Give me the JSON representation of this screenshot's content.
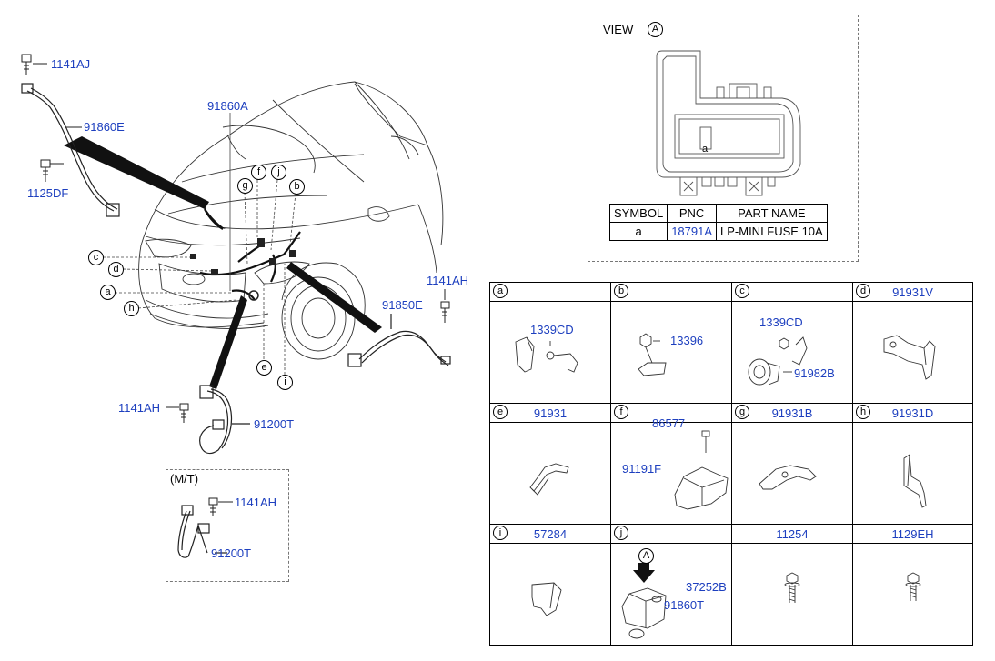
{
  "main_diagram": {
    "labels": {
      "l_1141AJ": "1141AJ",
      "l_91860E": "91860E",
      "l_1125DF": "1125DF",
      "l_91860A": "91860A",
      "l_1141AH_right": "1141AH",
      "l_91850E": "91850E",
      "l_1141AH_lower": "1141AH",
      "l_91200T_lower": "91200T",
      "l_1141AH_mt": "1141AH",
      "l_91200T_mt": "91200T"
    },
    "callouts": [
      "f",
      "j",
      "g",
      "b",
      "c",
      "d",
      "a",
      "h",
      "e",
      "i"
    ],
    "mt_label": "(M/T)"
  },
  "view_a": {
    "title": "VIEW",
    "marker": "A",
    "fuse_mark": "a",
    "table": {
      "headers": [
        "SYMBOL",
        "PNC",
        "PART NAME"
      ],
      "row": {
        "symbol": "a",
        "pnc": "18791A",
        "part_name": "LP-MINI FUSE 10A"
      }
    }
  },
  "parts_grid": {
    "cells": [
      {
        "letter": "a",
        "title": "",
        "callouts": [
          "1339CD"
        ]
      },
      {
        "letter": "b",
        "title": "",
        "callouts": [
          "13396"
        ]
      },
      {
        "letter": "c",
        "title": "",
        "callouts": [
          "1339CD",
          "91982B"
        ]
      },
      {
        "letter": "d",
        "title": "91931V",
        "callouts": []
      },
      {
        "letter": "e",
        "title": "91931",
        "callouts": []
      },
      {
        "letter": "f",
        "title": "",
        "callouts": [
          "86577",
          "91191F"
        ]
      },
      {
        "letter": "g",
        "title": "91931B",
        "callouts": []
      },
      {
        "letter": "h",
        "title": "91931D",
        "callouts": []
      },
      {
        "letter": "i",
        "title": "57284",
        "callouts": []
      },
      {
        "letter": "j",
        "title": "",
        "callouts": [
          "A",
          "37252B",
          "91860T"
        ]
      },
      {
        "letter": "",
        "title": "11254",
        "callouts": []
      },
      {
        "letter": "",
        "title": "1129EH",
        "callouts": []
      }
    ]
  }
}
